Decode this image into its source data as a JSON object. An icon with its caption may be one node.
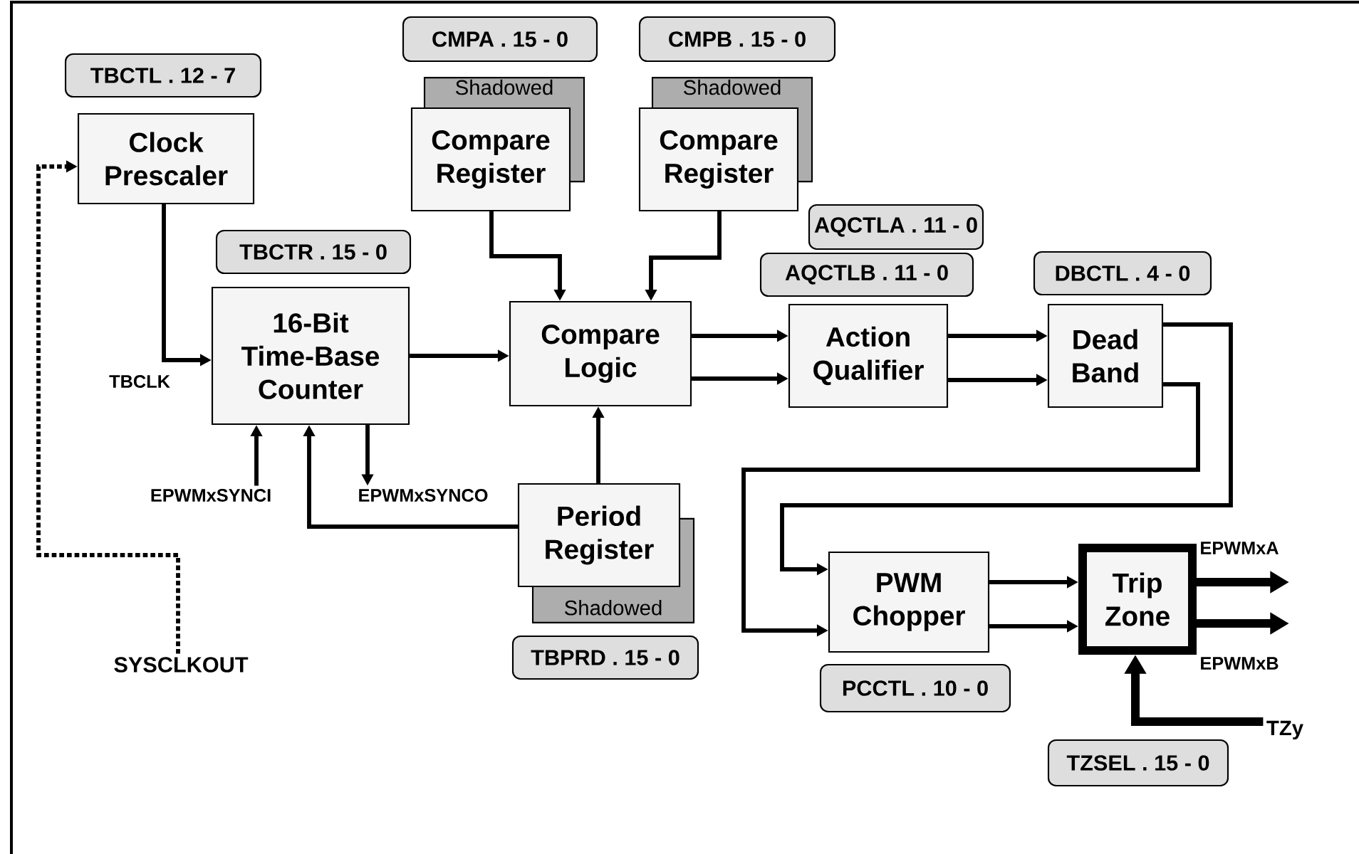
{
  "diagram": {
    "nodes": [
      {
        "text": [
          "TBCTL . 12 - 7"
        ]
      },
      {
        "text": [
          "Clock Prescaler"
        ]
      },
      {
        "text": [
          "CMPA . 15 - 0"
        ]
      },
      {
        "text": [
          "Shadowed"
        ]
      },
      {
        "text": [
          "Compare Register"
        ]
      },
      {
        "text": [
          "CMPB . 15 - 0"
        ]
      },
      {
        "text": [
          "Shadowed"
        ]
      },
      {
        "text": [
          "Compare Register"
        ]
      },
      {
        "text": [
          "TBCTR . 15 - 0"
        ]
      },
      {
        "text": [
          "16-Bit Time-Base Counter"
        ]
      },
      {
        "text": [
          "AQCTLA . 11 - 0"
        ]
      },
      {
        "text": [
          "AQCTLB . 11 - 0"
        ]
      },
      {
        "text": [
          "DBCTL . 4 - 0"
        ]
      },
      {
        "text": [
          "Compare Logic"
        ]
      },
      {
        "text": [
          "Action Qualifier"
        ]
      },
      {
        "text": [
          "Dead Band"
        ]
      },
      {
        "text": [
          "Shadowed"
        ]
      },
      {
        "text": [
          "Period Register"
        ]
      },
      {
        "text": [
          "TBPRD . 15 - 0"
        ]
      },
      {
        "text": [
          "PWM Chopper"
        ]
      },
      {
        "text": [
          "Trip Zone"
        ]
      },
      {
        "text": [
          "PCCTL . 10 - 0"
        ]
      },
      {
        "text": [
          "TZSEL . 15 - 0"
        ]
      },
      {
        "text": [
          "SYSCLKOUT"
        ]
      },
      {
        "text": [
          "EPWMxSYNCI"
        ]
      },
      {
        "text": [
          "EPWMxSYNCO"
        ]
      },
      {
        "text": [
          "TZy"
        ]
      }
    ],
    "edges": [
      {
        "from": 23,
        "to": 1,
        "arrow": "to",
        "style": "dashed"
      },
      {
        "from": 1,
        "to": 9,
        "arrow": "to"
      },
      {
        "from": 4,
        "to": 13,
        "arrow": "to"
      },
      {
        "from": 7,
        "to": 13,
        "arrow": "to"
      },
      {
        "from": 9,
        "to": 13,
        "arrow": "to"
      },
      {
        "from": 17,
        "to": 13,
        "arrow": "to"
      },
      {
        "from": 17,
        "to": 9,
        "arrow": "to"
      },
      {
        "from": 24,
        "to": 9,
        "arrow": "to"
      },
      {
        "from": 9,
        "to": 25,
        "arrow": "to"
      },
      {
        "from": 13,
        "to": 14,
        "arrow": "to"
      },
      {
        "from": 13,
        "to": 14,
        "arrow": "to"
      },
      {
        "from": 14,
        "to": 15,
        "arrow": "to"
      },
      {
        "from": 14,
        "to": 15,
        "arrow": "to"
      },
      {
        "from": 15,
        "to": 19,
        "arrow": "to"
      },
      {
        "from": 15,
        "to": 19,
        "arrow": "to"
      },
      {
        "from": 19,
        "to": 20,
        "arrow": "to"
      },
      {
        "from": 19,
        "to": 20,
        "arrow": "to"
      },
      {
        "from": 20,
        "to": null,
        "arrow": "to",
        "style": "thick"
      },
      {
        "from": 20,
        "to": null,
        "arrow": "to",
        "style": "thick"
      },
      {
        "from": 26,
        "to": 20,
        "arrow": "to",
        "style": "thick"
      }
    ],
    "labels": [
      "TBCLK",
      "EPWMxA",
      "EPWMxB"
    ]
  }
}
